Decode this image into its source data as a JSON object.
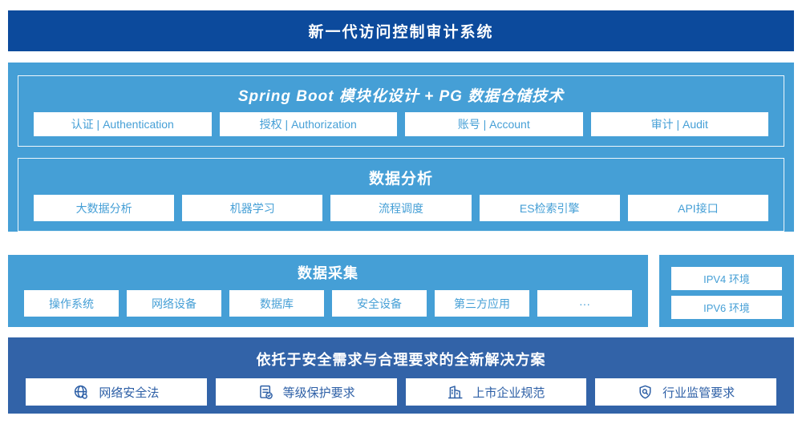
{
  "header": {
    "title": "新一代访问控制审计系统"
  },
  "platform": {
    "title": "Spring Boot 模块化设计 + PG 数据仓储技术",
    "modules": [
      "认证 | Authentication",
      "授权 | Authorization",
      "账号 | Account",
      "审计 | Audit"
    ]
  },
  "analysis": {
    "title": "数据分析",
    "modules": [
      "大数据分析",
      "机器学习",
      "流程调度",
      "ES检索引擎",
      "API接口"
    ]
  },
  "collection": {
    "title": "数据采集",
    "modules": [
      "操作系统",
      "网络设备",
      "数据库",
      "安全设备",
      "第三方应用",
      "···"
    ]
  },
  "network": {
    "items": [
      "IPV4 环境",
      "IPV6 环境"
    ]
  },
  "solution": {
    "title": "依托于安全需求与合理要求的全新解决方案",
    "items": [
      {
        "icon": "globe-icon",
        "label": "网络安全法"
      },
      {
        "icon": "document-check-icon",
        "label": "等级保护要求"
      },
      {
        "icon": "building-icon",
        "label": "上市企业规范"
      },
      {
        "icon": "shield-search-icon",
        "label": "行业监管要求"
      }
    ]
  },
  "colors": {
    "banner_bg": "#0c4a9c",
    "tier_light_blue": "#459fd6",
    "solution_bg": "#3263a8",
    "module_text": "#459fd6",
    "solution_text": "#2d5fa6",
    "panel_border": "#ffffff"
  }
}
